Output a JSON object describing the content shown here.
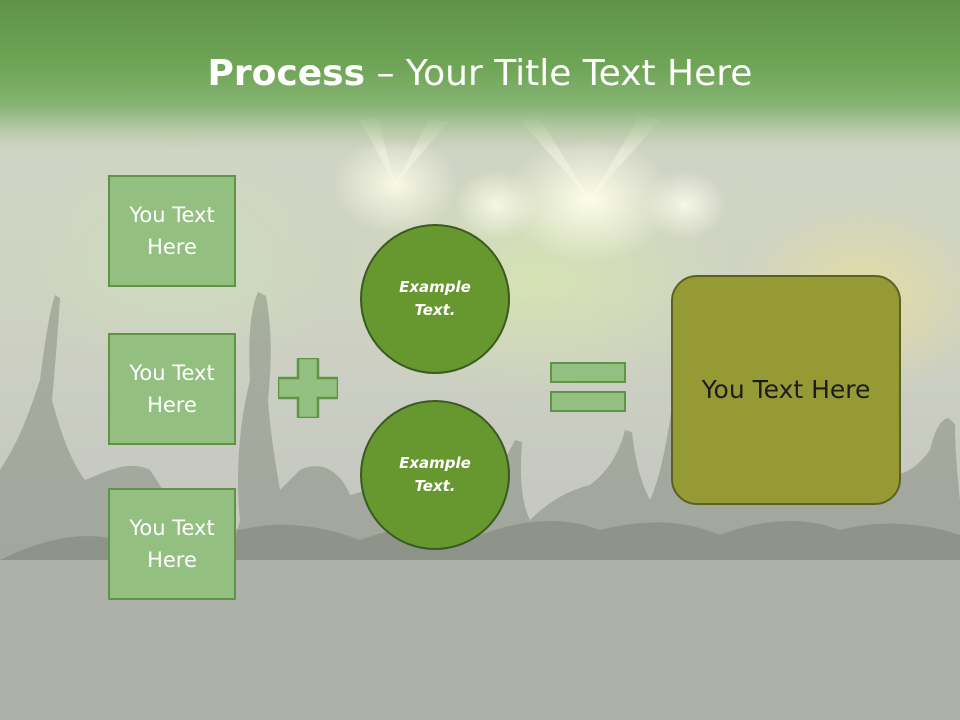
{
  "title": {
    "bold": "Process",
    "rest": " – Your Title Text Here"
  },
  "left_boxes": [
    {
      "label": "You Text Here"
    },
    {
      "label": "You Text Here"
    },
    {
      "label": "You Text Here"
    }
  ],
  "circles": [
    {
      "label": "Example Text."
    },
    {
      "label": "Example Text."
    }
  ],
  "result": {
    "label": "You Text Here"
  },
  "colors": {
    "header": "#6fa556",
    "box_fill": "#93bf80",
    "box_border": "#5f9447",
    "circle_fill": "#66982f",
    "result_fill": "#969a35",
    "title_text": "#ffffff"
  }
}
